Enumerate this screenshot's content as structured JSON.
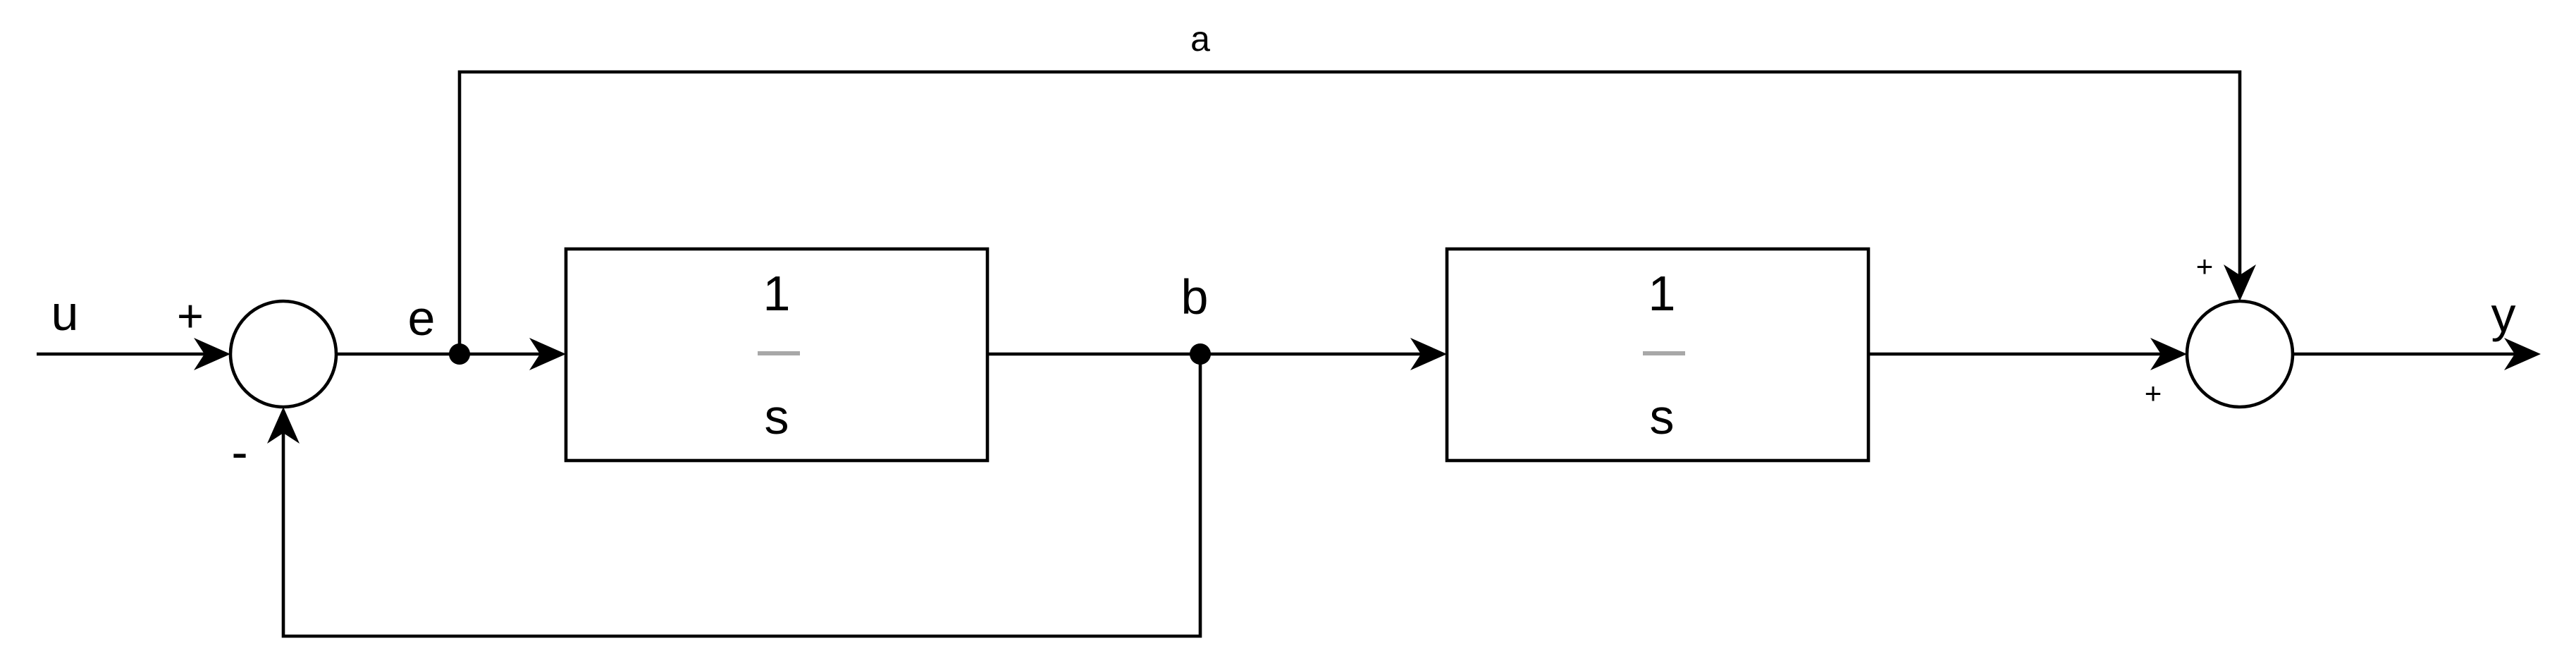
{
  "signals": {
    "input": "u",
    "error": "e",
    "intermediate": "b",
    "feedforward": "a",
    "output": "y"
  },
  "summing_junction_1": {
    "top_sign": "+",
    "bottom_sign": "-"
  },
  "summing_junction_2": {
    "top_sign": "+",
    "left_sign": "+"
  },
  "block_1": {
    "numerator": "1",
    "denominator": "s"
  },
  "block_2": {
    "numerator": "1",
    "denominator": "s"
  }
}
